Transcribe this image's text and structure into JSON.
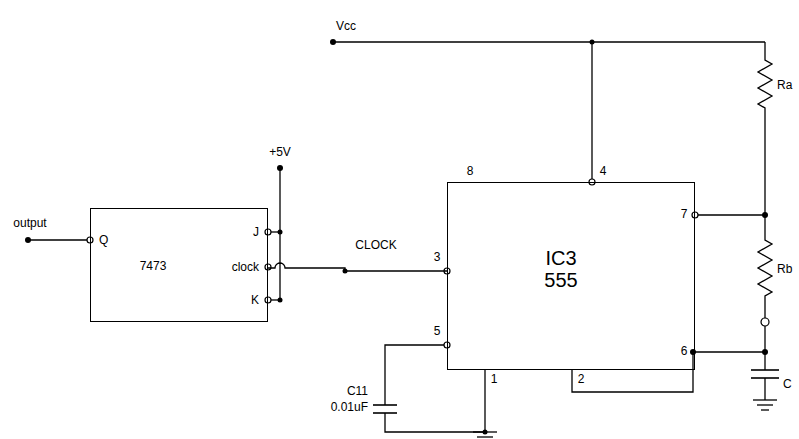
{
  "diagram": {
    "nodes": [
      {
        "text": [
          "Q",
          "J",
          "7473",
          "clock",
          "K"
        ]
      },
      {
        "text": [
          "IC3 555"
        ]
      }
    ],
    "edges": [
      {
        "from": 0,
        "to": 1,
        "arrow": "none"
      }
    ],
    "labels": [
      "output",
      "+5V",
      "CLOCK",
      "Vcc",
      "8",
      "4",
      "7",
      "3",
      "5",
      "1",
      "2",
      "6",
      "Ra",
      "Rb",
      "C11",
      "0.01uF",
      "C"
    ]
  }
}
